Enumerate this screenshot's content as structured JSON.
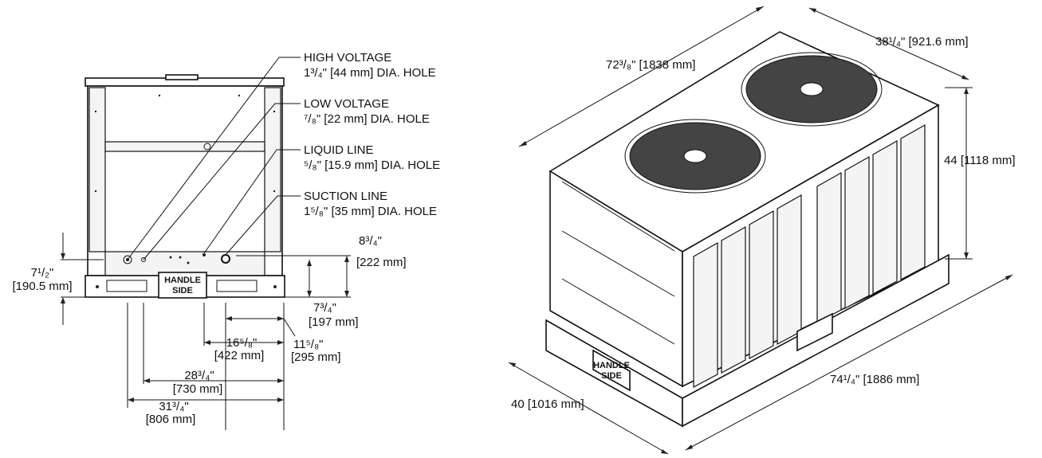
{
  "front_view": {
    "callouts": [
      {
        "name": "HIGH VOLTAGE",
        "size": "1³/₄\" [44 mm] DIA. HOLE"
      },
      {
        "name": "LOW VOLTAGE",
        "size": "⁷/₈\" [22 mm] DIA. HOLE"
      },
      {
        "name": "LIQUID LINE",
        "size": "⁵/₈\" [15.9 mm] DIA. HOLE"
      },
      {
        "name": "SUCTION LINE",
        "size": "1⁵/₈\" [35 mm] DIA. HOLE"
      }
    ],
    "dims": {
      "left_height_in": "7¹/₂\"",
      "left_height_mm": "[190.5 mm]",
      "right_top_in": "8³/₄\"",
      "right_top_mm": "[222 mm]",
      "right_low_in": "7³/₄\"",
      "right_low_mm": "[197 mm]",
      "d1_in": "16⁵/₈\"",
      "d1_mm": "[422 mm]",
      "d2_in": "11⁵/₈\"",
      "d2_mm": "[295 mm]",
      "d3_in": "28³/₄\"",
      "d3_mm": "[730 mm]",
      "d4_in": "31³/₄\"",
      "d4_mm": "[806 mm]"
    },
    "plate_line1": "HANDLE",
    "plate_line2": "SIDE"
  },
  "iso_view": {
    "length": "72³/₈\" [1838 mm]",
    "width": "38¹/₄\" [921.6 mm]",
    "height": "44 [1118 mm]",
    "depth": "40 [1016 mm]",
    "base_length": "74¹/₄\" [1886 mm]",
    "plate_line1": "HANDLE",
    "plate_line2": "SIDE"
  }
}
